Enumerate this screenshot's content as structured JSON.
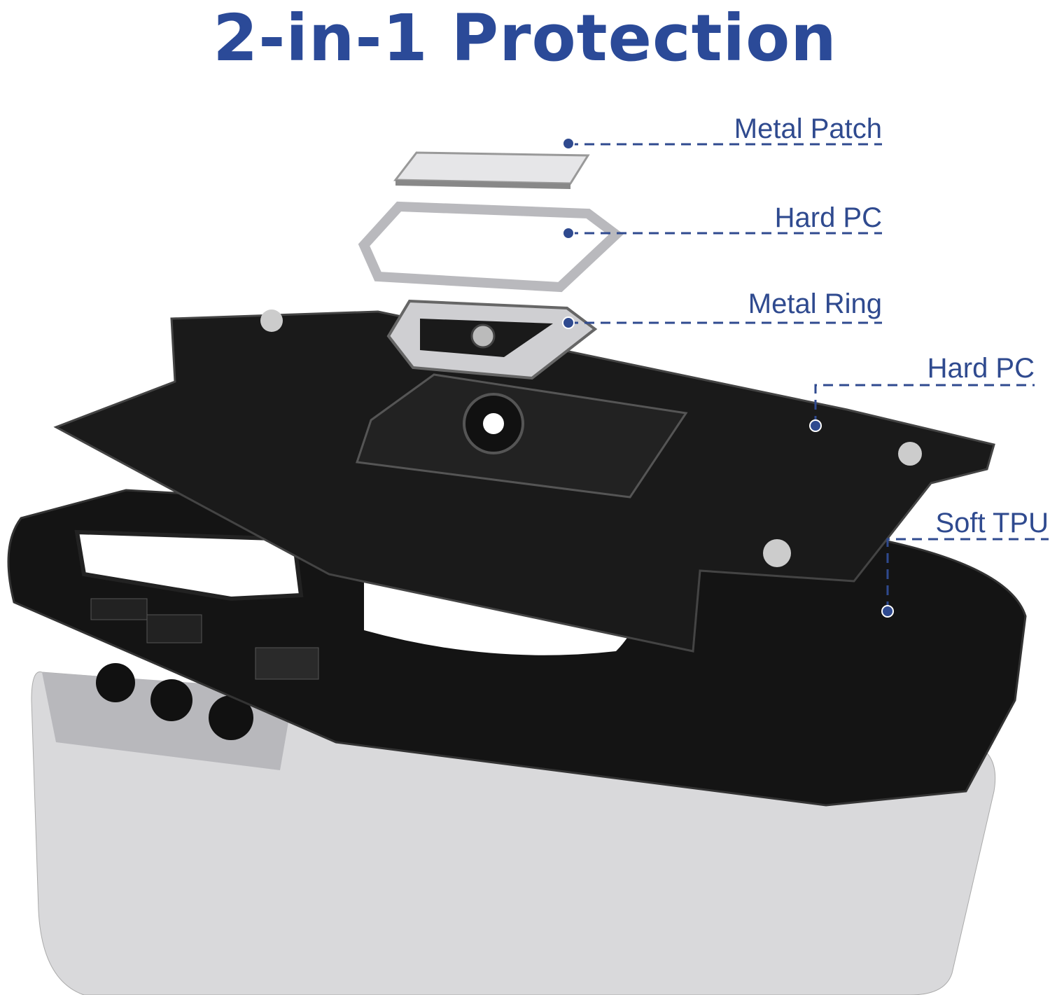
{
  "title": "2-in-1 Protection",
  "labels": {
    "metal_patch": "Metal Patch",
    "hard_pc_top": "Hard PC",
    "metal_ring": "Metal Ring",
    "hard_pc_case": "Hard PC",
    "soft_tpu": "Soft TPU"
  },
  "colors": {
    "accent": "#2b4a98",
    "label": "#2f4a8f"
  }
}
